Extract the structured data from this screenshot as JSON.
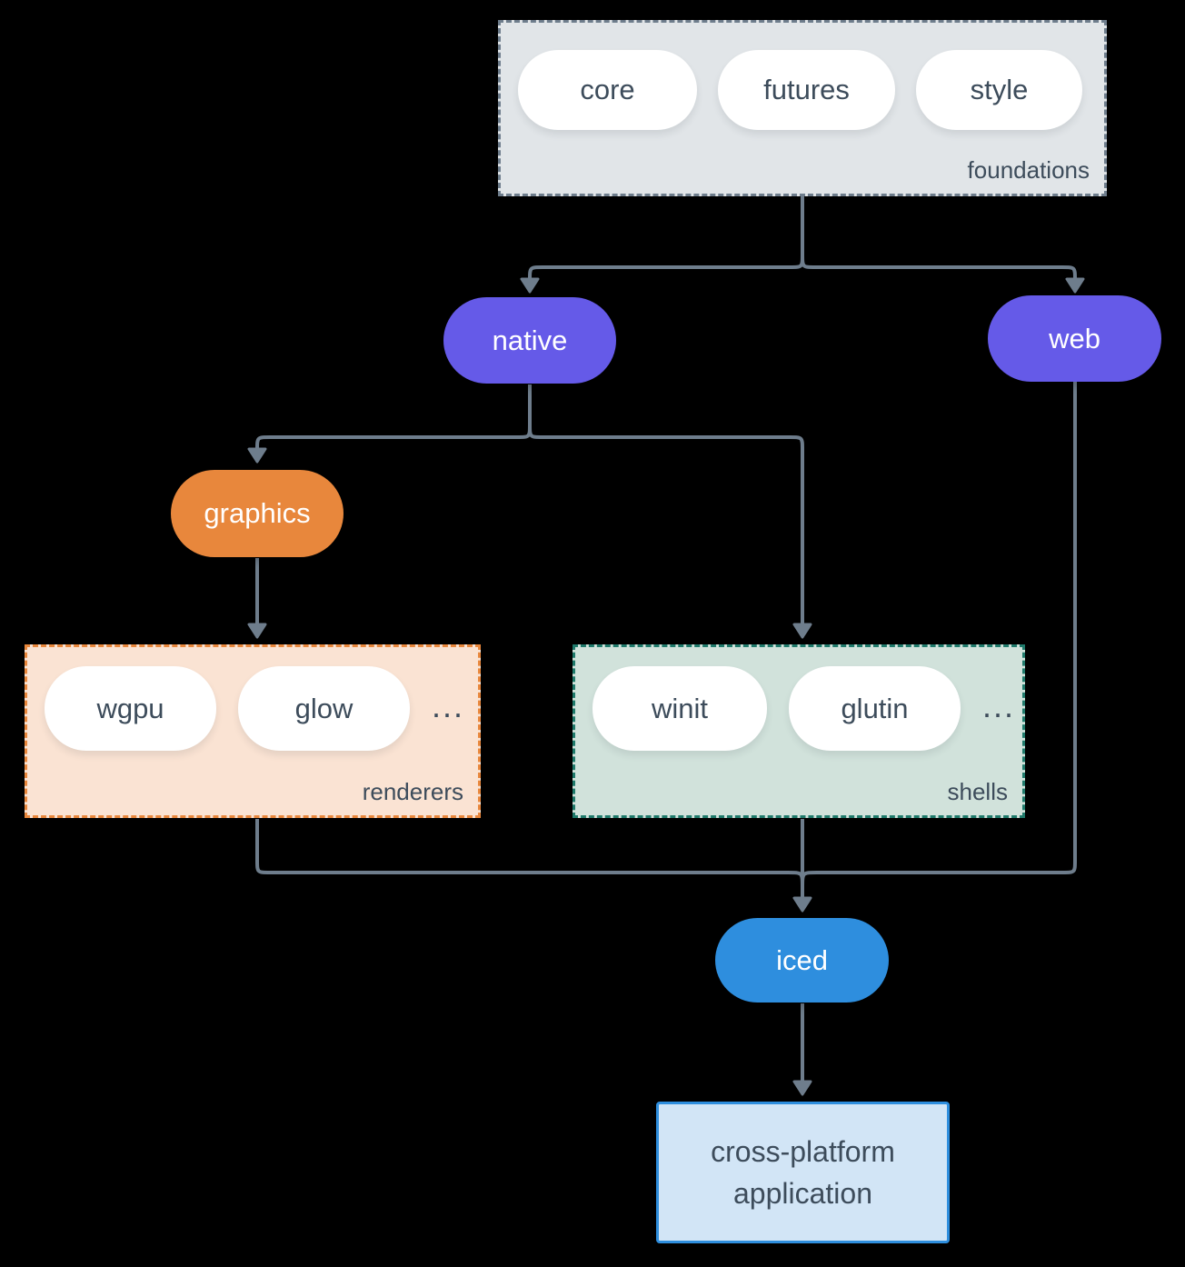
{
  "colors": {
    "background": "#000000",
    "connector": "#6E7D8C",
    "purple": "#655AE8",
    "orange": "#E8873C",
    "blue": "#2E8EDE",
    "slate-text": "#3D4C5B",
    "pill-bg": "#FFFFFF",
    "foundations-bg": "#E1E5E8",
    "foundations-border": "#6E7D8C",
    "renderers-bg": "#FAE3D3",
    "renderers-border": "#E8873C",
    "shells-bg": "#D1E2DB",
    "shells-border": "#1F7A6B",
    "app-bg": "#D2E5F6",
    "app-border": "#2E8EDE"
  },
  "groups": {
    "foundations": {
      "label": "foundations",
      "pills": [
        "core",
        "futures",
        "style"
      ]
    },
    "renderers": {
      "label": "renderers",
      "pills": [
        "wgpu",
        "glow"
      ],
      "more": "..."
    },
    "shells": {
      "label": "shells",
      "pills": [
        "winit",
        "glutin"
      ],
      "more": "..."
    }
  },
  "nodes": {
    "native": {
      "label": "native"
    },
    "web": {
      "label": "web"
    },
    "graphics": {
      "label": "graphics"
    },
    "iced": {
      "label": "iced"
    }
  },
  "application": {
    "line1": "cross-platform",
    "line2": "application"
  }
}
